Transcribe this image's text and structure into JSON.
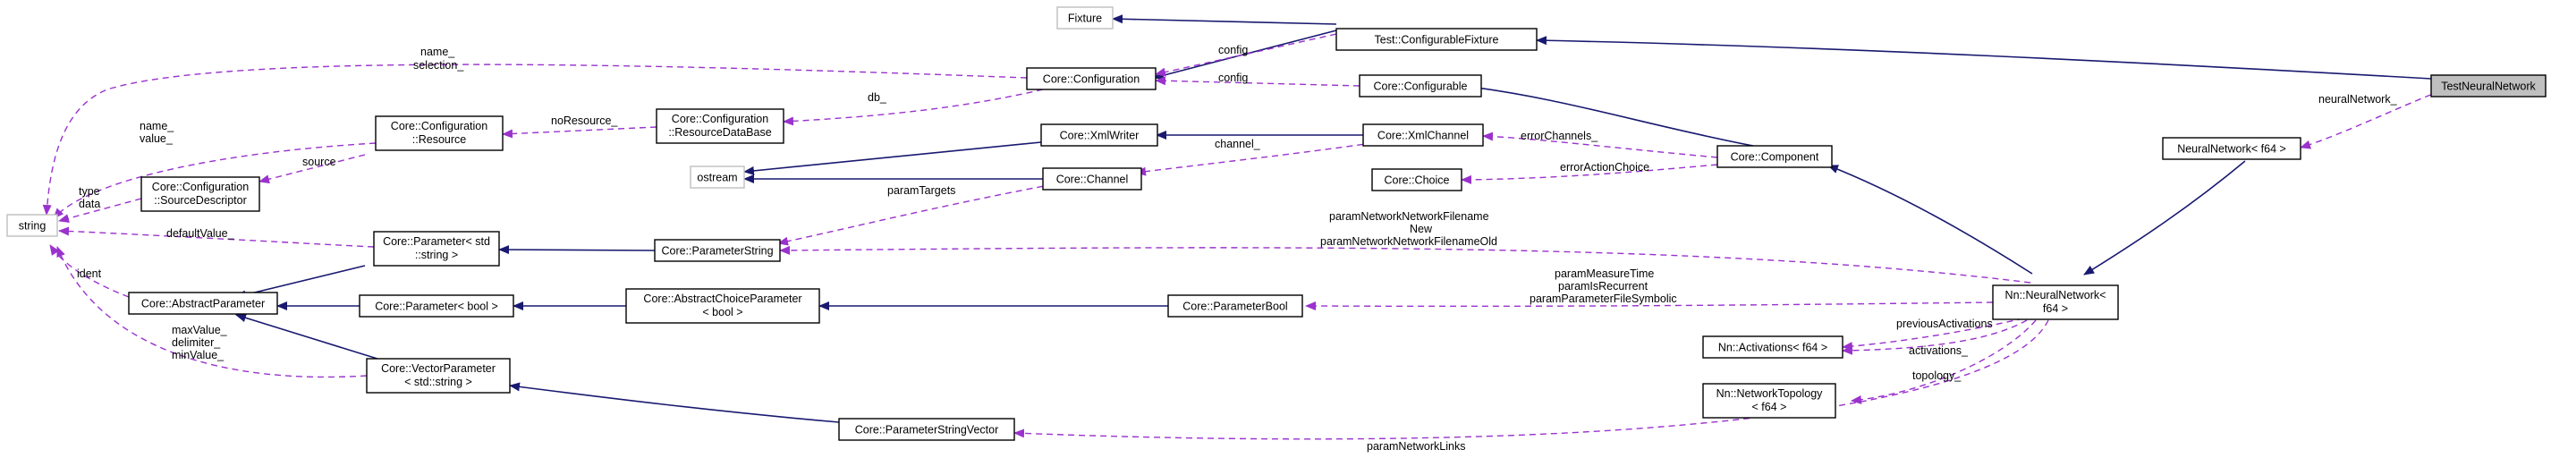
{
  "nodes": {
    "fixture": "Fixture",
    "configurable_fixture": "Test::ConfigurableFixture",
    "test_nn": "TestNeuralNetwork",
    "configuration": "Core::Configuration",
    "configurable": "Core::Configurable",
    "resource_db_1": "Core::Configuration",
    "resource_db_2": "::ResourceDataBase",
    "resource_1": "Core::Configuration",
    "resource_2": "::Resource",
    "xml_writer": "Core::XmlWriter",
    "xml_channel": "Core::XmlChannel",
    "ostream": "ostream",
    "channel": "Core::Channel",
    "choice": "Core::Choice",
    "component": "Core::Component",
    "nn_f64": "NeuralNetwork< f64 >",
    "string": "string",
    "source_desc_1": "Core::Configuration",
    "source_desc_2": "::SourceDescriptor",
    "param_string_base_1": "Core::Parameter< std",
    "param_string_base_2": "::string >",
    "parameter_string": "Core::ParameterString",
    "abstract_parameter": "Core::AbstractParameter",
    "param_bool_base": "Core::Parameter< bool >",
    "abstract_choice_1": "Core::AbstractChoiceParameter",
    "abstract_choice_2": "< bool >",
    "parameter_bool": "Core::ParameterBool",
    "nn_nn_1": "Nn::NeuralNetwork<",
    "nn_nn_2": "f64 >",
    "activations": "Nn::Activations< f64 >",
    "topology_1": "Nn::NetworkTopology",
    "topology_2": "< f64 >",
    "vector_param_1": "Core::VectorParameter",
    "vector_param_2": "< std::string >",
    "param_string_vector": "Core::ParameterStringVector"
  },
  "edge_labels": {
    "config_a": "config",
    "config_b": "config",
    "neural_network": "neuralNetwork_",
    "name_selection_1": "name_",
    "name_selection_2": "selection_",
    "db": "db_",
    "no_resource": "noResource_",
    "name_value_1": "name_",
    "name_value_2": "value_",
    "source": "source",
    "type_data_1": "type",
    "type_data_2": "data",
    "error_channels": "errorChannels_",
    "channel": "channel_",
    "error_action_choice": "errorActionChoice",
    "param_targets": "paramTargets",
    "default_value": "defaultValue_",
    "ident": "ident",
    "param_network_1": "paramNetworkNetworkFilename",
    "param_network_2": "New",
    "param_network_3": "paramNetworkNetworkFilenameOld",
    "param_bool_1": "paramMeasureTime",
    "param_bool_2": "paramIsRecurrent",
    "param_bool_3": "paramParameterFileSymbolic",
    "previous_activations": "previousActivations",
    "activations": "activations_",
    "topology": "topology_",
    "max_delim_min_1": "maxValue_",
    "max_delim_min_2": "delimiter_",
    "max_delim_min_3": "minValue_",
    "param_network_links": "paramNetworkLinks"
  },
  "colors": {
    "inheritance_edge": "#191970",
    "usage_edge": "#9a32cd",
    "focus_node_fill": "#bfbfbf",
    "external_node_border": "#bfbfbf"
  }
}
